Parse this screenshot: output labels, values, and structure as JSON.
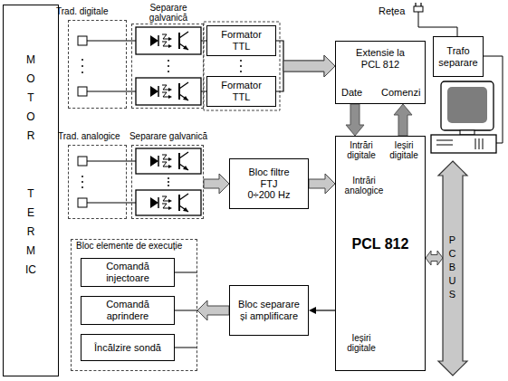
{
  "diagram": {
    "nodes": [
      {
        "text": [
          "MOTOR",
          "TERMIC"
        ]
      },
      {
        "text": [
          "Trad. digitale"
        ]
      },
      {
        "text": [
          "Separare galvanică"
        ]
      },
      {
        "text": [
          "Formator TTL"
        ]
      },
      {
        "text": [
          "Formator TTL"
        ]
      },
      {
        "text": [
          "Extensie la PCL 812",
          "Date",
          "Comenzi"
        ]
      },
      {
        "text": [
          "Trafo separare"
        ]
      },
      {
        "text": [
          "Trad. analogice"
        ]
      },
      {
        "text": [
          "Separare galvanică"
        ]
      },
      {
        "text": [
          "Bloc filtre FTJ 0÷200 Hz"
        ]
      },
      {
        "text": [
          "Intrări digitale",
          "Ieșiri digitale",
          "Intrări analogice",
          "PCL 812",
          "Ieșiri digitale"
        ]
      },
      {
        "text": [
          "PC BUS"
        ]
      },
      {
        "text": [
          "Bloc elemente de execuție"
        ]
      },
      {
        "text": [
          "Comandă injectoare"
        ],
        "in": 12
      },
      {
        "text": [
          "Comandă aprindere"
        ],
        "in": 12
      },
      {
        "text": [
          "Încălzire sondă"
        ],
        "in": 12
      },
      {
        "text": [
          "Bloc separare și amplificare"
        ]
      }
    ],
    "edges": [
      {
        "from": 3,
        "to": 5,
        "arrow": "to"
      },
      {
        "from": 4,
        "to": 5,
        "arrow": "to"
      },
      {
        "from": 8,
        "to": 9,
        "arrow": "to"
      },
      {
        "from": 9,
        "to": 10,
        "arrow": "to"
      },
      {
        "from": 5,
        "to": 10,
        "arrow": "to"
      },
      {
        "from": 10,
        "to": 5,
        "arrow": "to"
      },
      {
        "from": 10,
        "to": 11,
        "arrow": "both"
      },
      {
        "from": 10,
        "to": 16,
        "arrow": "to"
      },
      {
        "from": 16,
        "to": 12,
        "arrow": "to"
      }
    ],
    "labels": [
      "Rețea"
    ]
  }
}
